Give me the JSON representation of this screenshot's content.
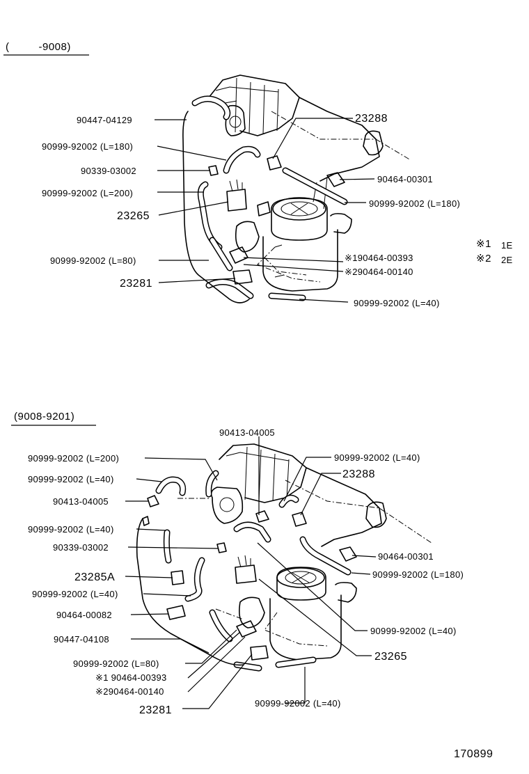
{
  "section1": {
    "header": "(         -9008)",
    "labels": [
      "90447-04129",
      "90999-92002 (L=180)",
      "90339-03002",
      "90999-92002 (L=200)",
      "23265",
      "90999-92002 (L=80)",
      "23281",
      "23288",
      "90464-00301",
      "90999-92002 (L=180)",
      "※190464-00393",
      "※290464-00140",
      "90999-92002 (L=40)"
    ]
  },
  "legend": {
    "items": [
      {
        "mark": "※1",
        "text": "1E"
      },
      {
        "mark": "※2",
        "text": "2E"
      }
    ]
  },
  "section2": {
    "header": "(9008-9201)",
    "labels": [
      "90413-04005",
      "90999-92002 (L=200)",
      "90999-92002 (L=40)",
      "90413-04005",
      "90999-92002 (L=40)",
      "90339-03002",
      "23285A",
      "90999-92002 (L=40)",
      "90464-00082",
      "90447-04108",
      "90999-92002 (L=80)",
      "※1 90464-00393",
      "※290464-00140",
      "23281",
      "90999-92002 (L=40)",
      "23288",
      "90464-00301",
      "90999-92002 (L=180)",
      "90999-92002 (L=40)",
      "23265",
      "90999-92002 (L=40)"
    ]
  },
  "footer": {
    "code": "170899"
  }
}
